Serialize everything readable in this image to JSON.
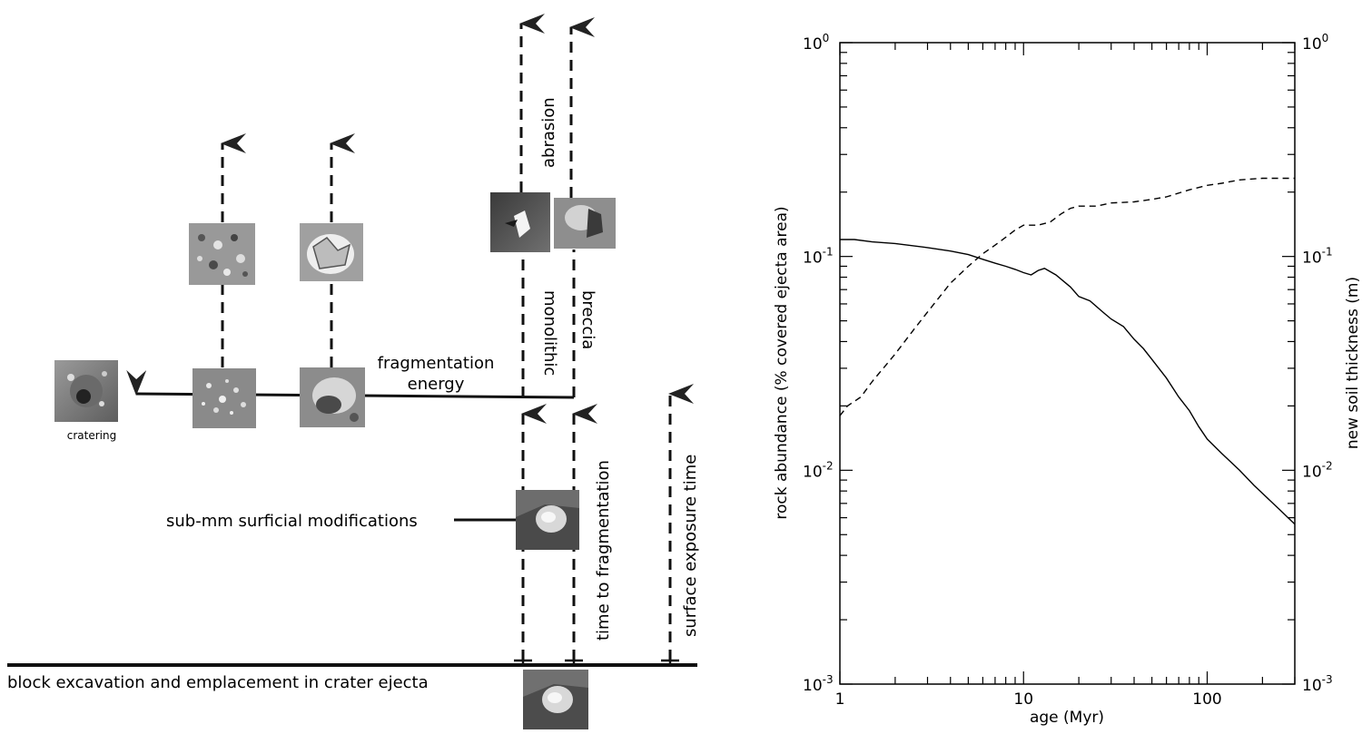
{
  "diagram": {
    "labels": {
      "cratering": "cratering",
      "fragmentation_line1": "fragmentation",
      "fragmentation_line2": "energy",
      "abrasion": "abrasion",
      "monolithic": "monolithic",
      "breccia": "breccia",
      "time_to_fragmentation": "time to fragmentation",
      "surface_exposure_time": "surface exposure time",
      "sub_mm": "sub-mm surficial modifications",
      "block_excavation": "block excavation and emplacement in crater ejecta"
    }
  },
  "chart_data": {
    "type": "line",
    "xlabel": "age (Myr)",
    "ylabel": "rock abundance (% covered ejecta area)",
    "y2label": "new soil thickness (m)",
    "xscale": "log",
    "yscale": "log",
    "xlim": [
      1,
      300
    ],
    "ylim": [
      0.001,
      1
    ],
    "y2lim": [
      0.001,
      1
    ],
    "grid": false,
    "x_ticklabels": [
      "1",
      "10",
      "100"
    ],
    "y_ticklabels": [
      {
        "base": "10",
        "exp": "0"
      },
      {
        "base": "10",
        "exp": "-1"
      },
      {
        "base": "10",
        "exp": "-2"
      },
      {
        "base": "10",
        "exp": "-3"
      }
    ],
    "y2_ticklabels": [
      {
        "base": "10",
        "exp": "0"
      },
      {
        "base": "10",
        "exp": "-1"
      },
      {
        "base": "10",
        "exp": "-2"
      },
      {
        "base": "10",
        "exp": "-3"
      }
    ],
    "series": [
      {
        "style": "solid",
        "axis": "left",
        "x": [
          1,
          1.2,
          1.5,
          2,
          3,
          4,
          5,
          6,
          7,
          8,
          9,
          10,
          11,
          12,
          13,
          15,
          18,
          20,
          23,
          27,
          30,
          35,
          40,
          45,
          50,
          60,
          70,
          80,
          90,
          100,
          120,
          150,
          180,
          200,
          250,
          300
        ],
        "y": [
          0.12,
          0.12,
          0.117,
          0.115,
          0.11,
          0.106,
          0.102,
          0.097,
          0.093,
          0.09,
          0.087,
          0.084,
          0.082,
          0.086,
          0.088,
          0.082,
          0.072,
          0.065,
          0.062,
          0.055,
          0.051,
          0.047,
          0.041,
          0.037,
          0.033,
          0.027,
          0.022,
          0.019,
          0.016,
          0.014,
          0.012,
          0.01,
          0.0085,
          0.0078,
          0.0065,
          0.0056
        ]
      },
      {
        "style": "dashed",
        "axis": "right",
        "x": [
          1,
          1.1,
          1.3,
          1.5,
          2,
          2.5,
          3,
          4,
          5,
          6,
          7,
          8,
          9,
          10,
          12,
          14,
          16,
          18,
          20,
          25,
          30,
          40,
          50,
          60,
          80,
          100,
          120,
          150,
          200,
          300
        ],
        "y": [
          0.018,
          0.02,
          0.022,
          0.026,
          0.035,
          0.045,
          0.055,
          0.075,
          0.09,
          0.103,
          0.113,
          0.123,
          0.133,
          0.14,
          0.14,
          0.145,
          0.158,
          0.168,
          0.172,
          0.172,
          0.178,
          0.18,
          0.185,
          0.19,
          0.205,
          0.215,
          0.22,
          0.228,
          0.232,
          0.232
        ]
      }
    ]
  }
}
